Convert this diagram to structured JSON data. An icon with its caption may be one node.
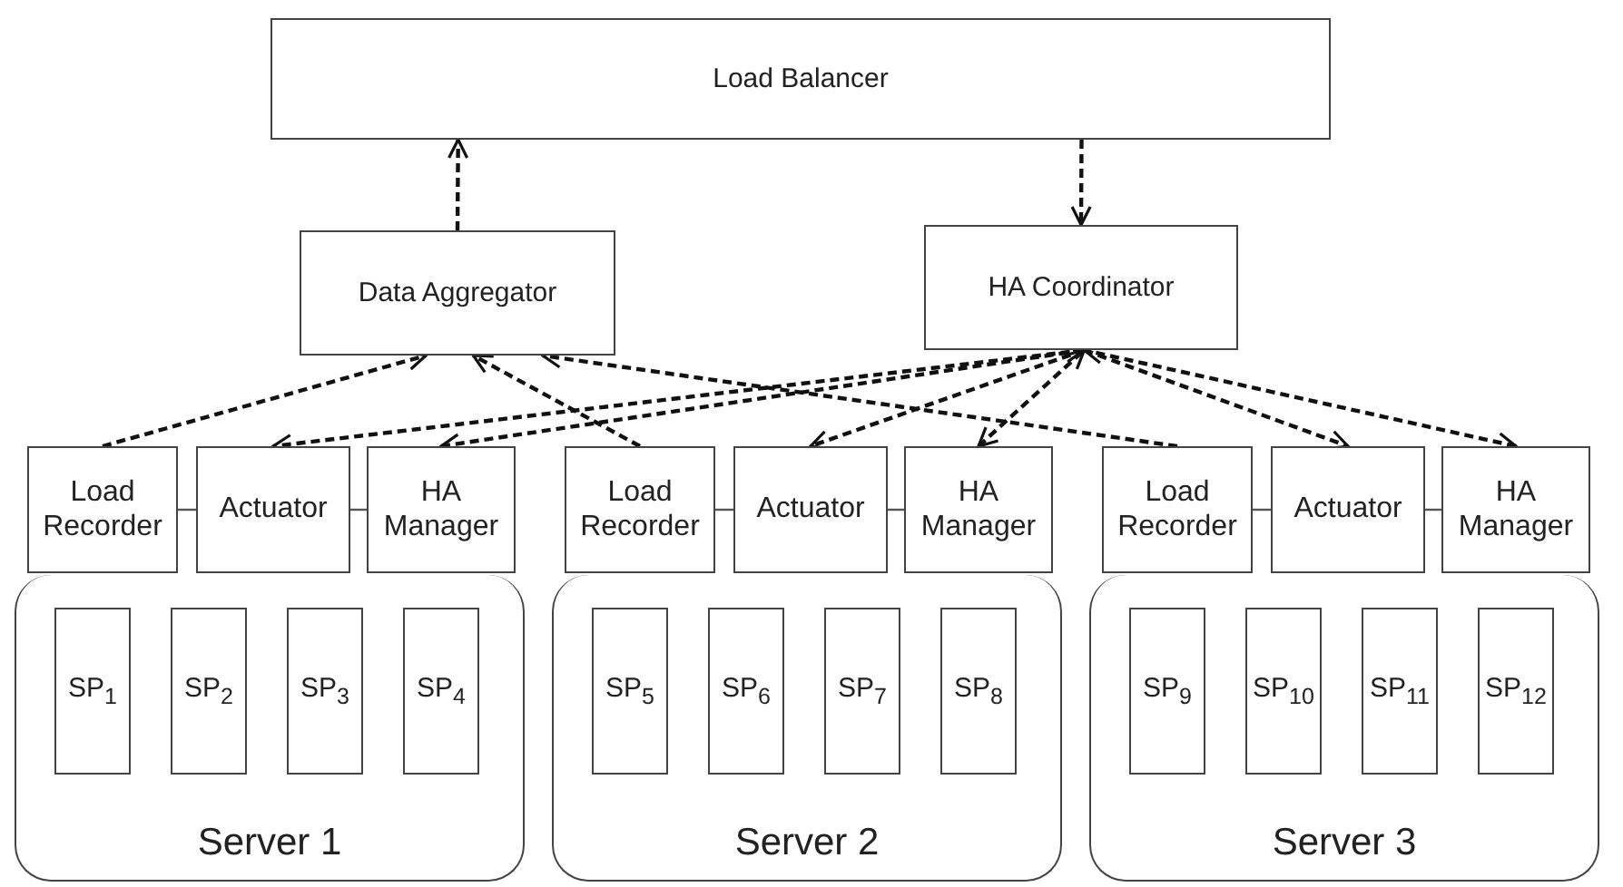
{
  "diagram": {
    "nodes": [
      {
        "text": [
          "Load Balancer"
        ]
      },
      {
        "text": [
          "Data Aggregator"
        ]
      },
      {
        "text": [
          "HA Coordinator"
        ]
      },
      {
        "text": [
          "Server 1"
        ]
      },
      {
        "text": [
          "Load Recorder"
        ]
      },
      {
        "text": [
          "Actuator"
        ]
      },
      {
        "text": [
          "HA Manager"
        ]
      },
      {
        "text": [
          "SP$_{1}$"
        ],
        "in": 3
      },
      {
        "text": [
          "SP$_{2}$"
        ],
        "in": 3
      },
      {
        "text": [
          "SP$_{3}$"
        ],
        "in": 3
      },
      {
        "text": [
          "SP$_{4}$"
        ],
        "in": 3
      },
      {
        "text": [
          "Server 2"
        ]
      },
      {
        "text": [
          "Load Recorder"
        ]
      },
      {
        "text": [
          "Actuator"
        ]
      },
      {
        "text": [
          "HA Manager"
        ]
      },
      {
        "text": [
          "SP$_{5}$"
        ],
        "in": 11
      },
      {
        "text": [
          "SP$_{6}$"
        ],
        "in": 11
      },
      {
        "text": [
          "SP$_{7}$"
        ],
        "in": 11
      },
      {
        "text": [
          "SP$_{8}$"
        ],
        "in": 11
      },
      {
        "text": [
          "Server 3"
        ]
      },
      {
        "text": [
          "Load Recorder"
        ]
      },
      {
        "text": [
          "Actuator"
        ]
      },
      {
        "text": [
          "HA Manager"
        ]
      },
      {
        "text": [
          "SP$_{9}$"
        ],
        "in": 19
      },
      {
        "text": [
          "SP$_{10}$"
        ],
        "in": 19
      },
      {
        "text": [
          "SP$_{11}$"
        ],
        "in": 19
      },
      {
        "text": [
          "SP$_{12}$"
        ],
        "in": 19
      }
    ],
    "edges": [
      {
        "from": 1,
        "to": 0,
        "arrow": "to",
        "style": "dashed"
      },
      {
        "from": 0,
        "to": 2,
        "arrow": "to",
        "style": "dashed"
      },
      {
        "from": 4,
        "to": 1,
        "arrow": "to",
        "style": "dashed"
      },
      {
        "from": 2,
        "to": 5,
        "arrow": "to",
        "style": "dashed"
      },
      {
        "from": 6,
        "to": 2,
        "arrow": "both",
        "style": "dashed"
      },
      {
        "from": 12,
        "to": 1,
        "arrow": "to",
        "style": "dashed"
      },
      {
        "from": 2,
        "to": 13,
        "arrow": "to",
        "style": "dashed"
      },
      {
        "from": 14,
        "to": 2,
        "arrow": "both",
        "style": "dashed"
      },
      {
        "from": 20,
        "to": 1,
        "arrow": "to",
        "style": "dashed"
      },
      {
        "from": 2,
        "to": 21,
        "arrow": "to",
        "style": "dashed"
      },
      {
        "from": 22,
        "to": 2,
        "arrow": "both",
        "style": "dashed"
      },
      {
        "from": 4,
        "to": 5,
        "arrow": "none"
      },
      {
        "from": 5,
        "to": 6,
        "arrow": "none"
      },
      {
        "from": 12,
        "to": 13,
        "arrow": "none"
      },
      {
        "from": 13,
        "to": 14,
        "arrow": "none"
      },
      {
        "from": 20,
        "to": 21,
        "arrow": "none"
      },
      {
        "from": 21,
        "to": 22,
        "arrow": "none"
      }
    ]
  }
}
